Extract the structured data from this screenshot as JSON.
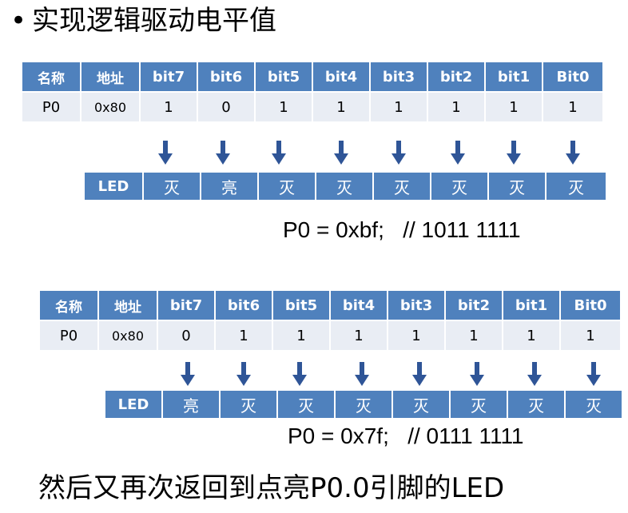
{
  "heading": {
    "bullet": "•",
    "title": "实现逻辑驱动电平值"
  },
  "headers": {
    "name": "名称",
    "address": "地址",
    "bits": [
      "bit7",
      "bit6",
      "bit5",
      "bit4",
      "bit3",
      "bit2",
      "bit1",
      "Bit0"
    ]
  },
  "led_label": "LED",
  "example1": {
    "name": "P0",
    "address": "0x80",
    "bits": [
      "1",
      "0",
      "1",
      "1",
      "1",
      "1",
      "1",
      "1"
    ],
    "leds": [
      "灭",
      "亮",
      "灭",
      "灭",
      "灭",
      "灭",
      "灭",
      "灭"
    ],
    "code": "P0 = 0xbf;   // 1011 1111"
  },
  "example2": {
    "name": "P0",
    "address": "0x80",
    "bits": [
      "0",
      "1",
      "1",
      "1",
      "1",
      "1",
      "1",
      "1"
    ],
    "leds": [
      "亮",
      "灭",
      "灭",
      "灭",
      "灭",
      "灭",
      "灭",
      "灭"
    ],
    "code": "P0 = 0x7f;   // 0111 1111"
  },
  "footer": "然后又再次返回到点亮P0.0引脚的LED",
  "colors": {
    "header_bg": "#4f81bd",
    "row_bg": "#e9edf4",
    "arrow": "#2f5597"
  }
}
